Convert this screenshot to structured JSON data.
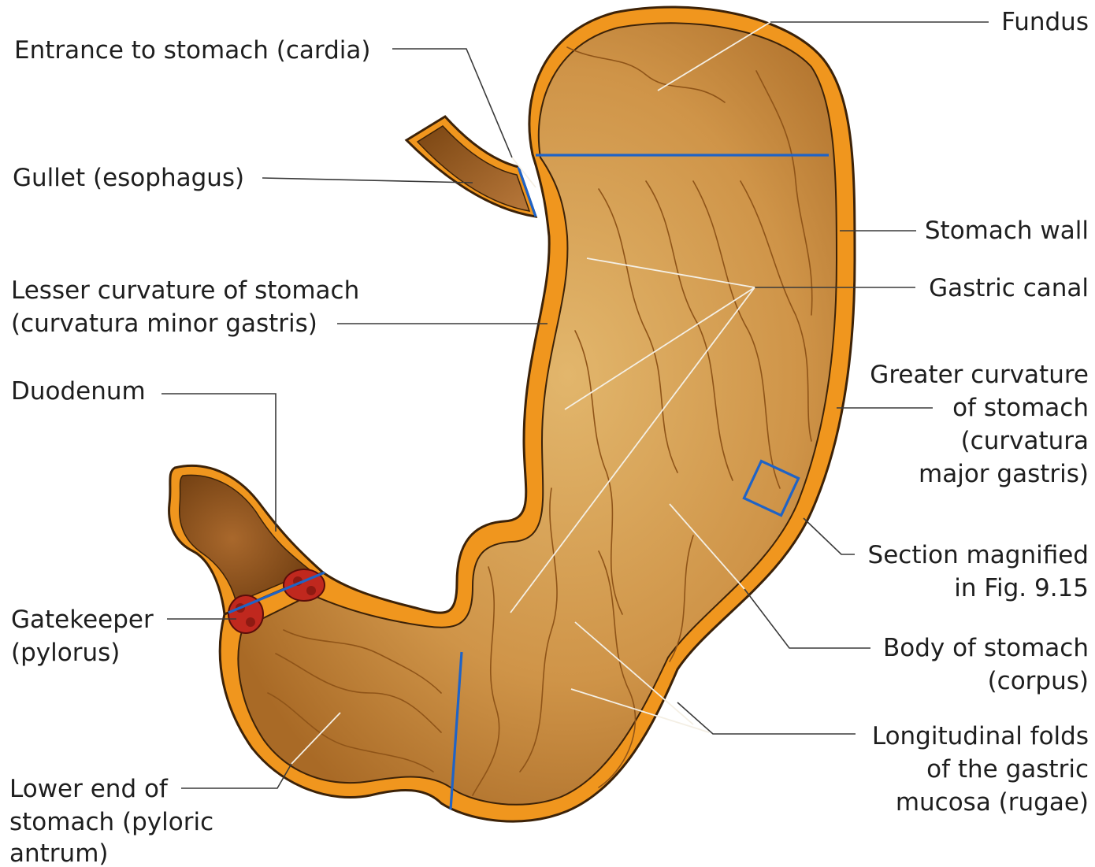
{
  "labels": {
    "fundus": "Fundus",
    "cardia": "Entrance to stomach (cardia)",
    "gullet": "Gullet (esophagus)",
    "stomach_wall": "Stomach wall",
    "lesser_1": "Lesser curvature of stomach",
    "lesser_2": "(curvatura minor gastris)",
    "gastric_canal": "Gastric canal",
    "greater_1": "Greater curvature",
    "greater_2": "of stomach",
    "greater_3": "(curvatura",
    "greater_4": "major gastris)",
    "duodenum": "Duodenum",
    "section_1": "Section magnified",
    "section_2": "in Fig. 9.15",
    "gatekeeper_1": "Gatekeeper",
    "gatekeeper_2": "(pylorus)",
    "body_1": "Body of stomach",
    "body_2": "(corpus)",
    "folds_1": "Longitudinal folds",
    "folds_2": "of the gastric",
    "folds_3": "mucosa (rugae)",
    "antrum_1": "Lower end of",
    "antrum_2": "stomach (pyloric",
    "antrum_3": "antrum)"
  },
  "colors": {
    "wall_orange": "#f0961e",
    "wall_edge": "#3c2208",
    "mucosa": "#c98a3c",
    "mucosa_light": "#ddb067",
    "mucosa_dark": "#9c5e1f",
    "fold_line": "#8f5418",
    "pylorus_sphincter": "#c0281e",
    "section_lines": "#1f63c6"
  }
}
